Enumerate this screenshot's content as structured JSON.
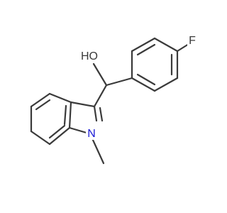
{
  "molecule": {
    "atoms": {
      "oh": {
        "text": "HO",
        "color": "#3a3a3a"
      },
      "f": {
        "text": "F",
        "color": "#3a3a3a"
      },
      "n": {
        "text": "N",
        "color": "#1a1ad6"
      }
    }
  },
  "colors": {
    "bond": "#3a3a3a",
    "background": "#ffffff"
  }
}
